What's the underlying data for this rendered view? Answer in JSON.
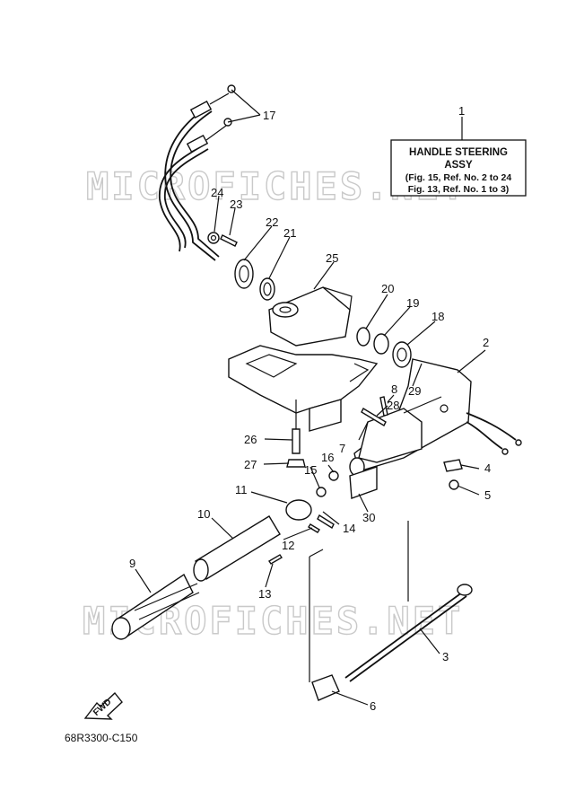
{
  "watermark": "MICROFICHES.NET",
  "title_box": {
    "line1": "HANDLE STEERING",
    "line2": "ASSY",
    "line3": "(Fig. 15, Ref. No. 2 to 24",
    "line4": "Fig. 13, Ref. No. 1 to 3)"
  },
  "fwd_label": "FWD",
  "diagram_code": "68R3300-C150",
  "callouts": [
    "1",
    "2",
    "3",
    "4",
    "5",
    "6",
    "7",
    "8",
    "9",
    "10",
    "11",
    "12",
    "13",
    "14",
    "15",
    "16",
    "17",
    "18",
    "19",
    "20",
    "21",
    "22",
    "23",
    "24",
    "25",
    "26",
    "27",
    "28",
    "29",
    "30"
  ]
}
